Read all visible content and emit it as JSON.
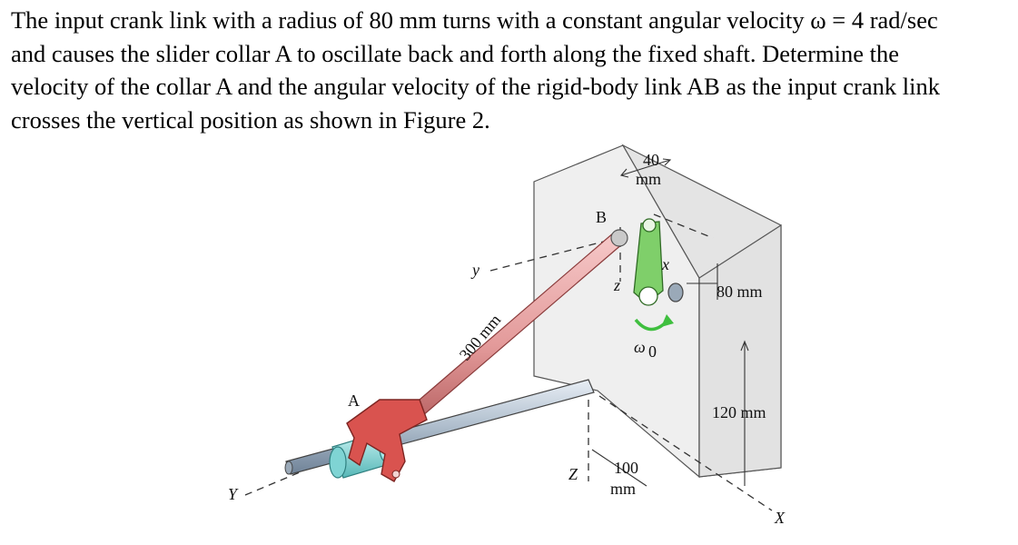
{
  "problem": {
    "lines": [
      "The input crank link with a radius of 80 mm turns with a constant angular velocity ω = 4 rad/sec",
      "and causes the slider collar A to oscillate back and forth along the fixed shaft. Determine the",
      "velocity of the collar A and the angular velocity of the rigid-body link AB as the input crank link",
      "crosses the vertical position as shown in Figure 2."
    ]
  },
  "figure": {
    "labels": {
      "dim_40": "40",
      "dim_40_unit": "mm",
      "point_B": "B",
      "axis_y_small": "y",
      "axis_z_small_top": "z",
      "axis_x_small": "x",
      "dim_80": "80 mm",
      "dim_300": "300 mm",
      "omega": "ω",
      "omega_sub": "0",
      "point_A": "A",
      "dim_120": "120 mm",
      "axis_Z": "Z",
      "dim_100": "100",
      "dim_100_unit": "mm",
      "axis_Y": "Y",
      "axis_X": "X"
    },
    "colors": {
      "wall": "#ededed",
      "wall_side": "#d8d8d8",
      "rod": "#e9a2a2",
      "rod_dark": "#b85c5c",
      "yoke": "#d9534f",
      "crank": "#7fcf6a",
      "collar": "#8fe0e0",
      "shaft": "#b7c6d6"
    }
  }
}
